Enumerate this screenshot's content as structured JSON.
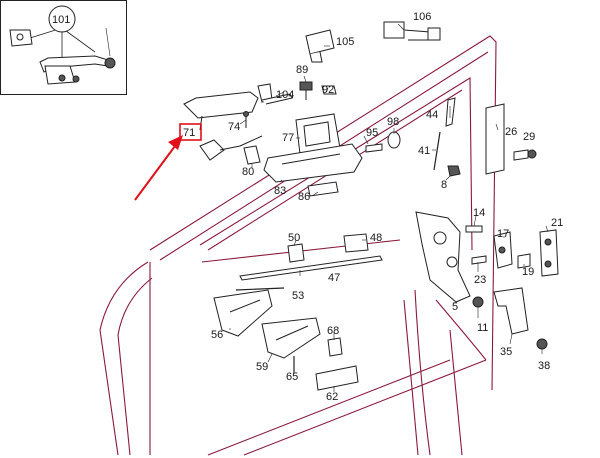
{
  "diagram": {
    "callouts": {
      "c101": "101",
      "c106": "106",
      "c105": "105",
      "c89": "89",
      "c92": "92",
      "c104": "104",
      "c74": "74",
      "c71": "71",
      "c77": "77",
      "c95": "95",
      "c98": "98",
      "c44": "44",
      "c26": "26",
      "c29": "29",
      "c41": "41",
      "c8": "8",
      "c80": "80",
      "c83": "83",
      "c86": "86",
      "c14": "14",
      "c17": "17",
      "c21": "21",
      "c50": "50",
      "c48": "48",
      "c47": "47",
      "c53": "53",
      "c23": "23",
      "c19": "19",
      "c5": "5",
      "c11": "11",
      "c56": "56",
      "c68": "68",
      "c59": "59",
      "c65": "65",
      "c35": "35",
      "c38": "38",
      "c62": "62"
    },
    "highlight": {
      "part": "71",
      "color": "#e0101a"
    },
    "colors": {
      "outline": "#8a1a3a",
      "parts": "#222222"
    }
  }
}
